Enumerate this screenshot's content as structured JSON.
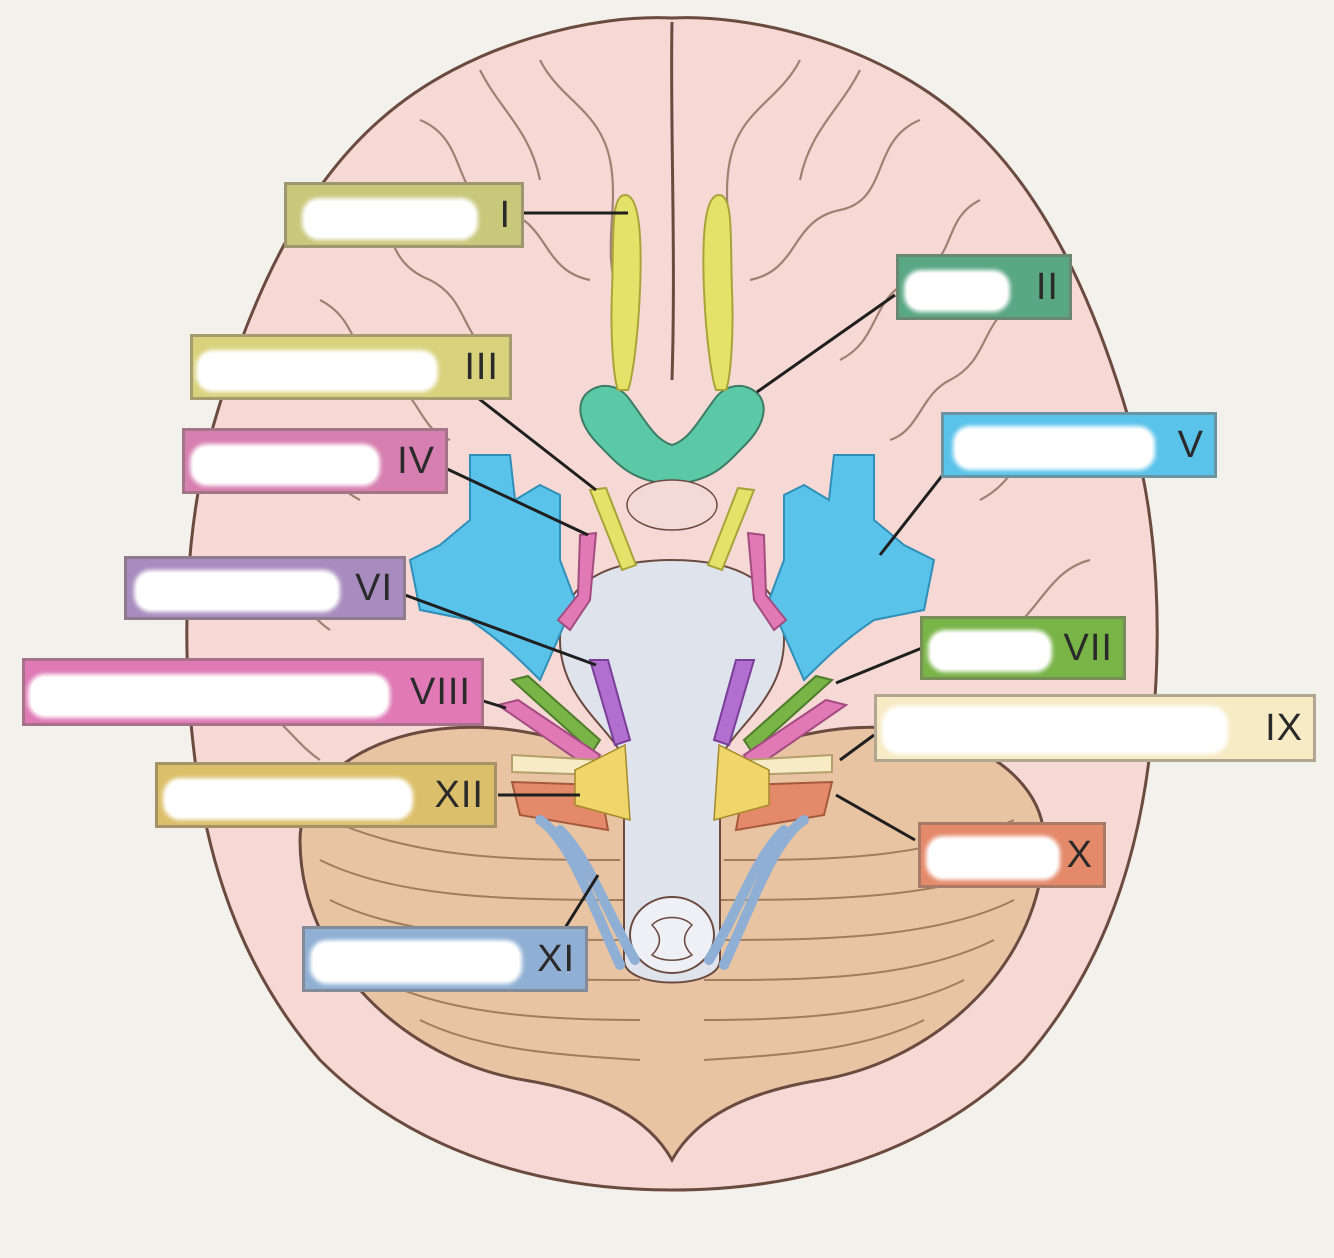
{
  "diagram": {
    "colors": {
      "background": "#f3f1ec",
      "cerebrum": "#f6d9d4",
      "cerebrum_outline": "#6b4a3f",
      "cerebellum": "#e9c4a3",
      "brainstem": "#dfe3ec"
    },
    "labels": [
      {
        "id": "I",
        "numeral": "I",
        "color": "#c9c77a",
        "icon": "olfactory-nerve"
      },
      {
        "id": "II",
        "numeral": "II",
        "color": "#5aa784",
        "icon": "optic-nerve"
      },
      {
        "id": "III",
        "numeral": "III",
        "color": "#d9d27c",
        "icon": "oculomotor-nerve"
      },
      {
        "id": "IV",
        "numeral": "IV",
        "color": "#d77fb0",
        "icon": "trochlear-nerve"
      },
      {
        "id": "V",
        "numeral": "V",
        "color": "#5ac3ea",
        "icon": "trigeminal-nerve"
      },
      {
        "id": "VI",
        "numeral": "VI",
        "color": "#a98cbf",
        "icon": "abducens-nerve"
      },
      {
        "id": "VII",
        "numeral": "VII",
        "color": "#79b447",
        "icon": "facial-nerve"
      },
      {
        "id": "VIII",
        "numeral": "VIII",
        "color": "#e079b6",
        "icon": "vestibulocochlear-nerve"
      },
      {
        "id": "IX",
        "numeral": "IX",
        "color": "#f7ebc6",
        "icon": "glossopharyngeal-nerve"
      },
      {
        "id": "X",
        "numeral": "X",
        "color": "#e48a6a",
        "icon": "vagus-nerve"
      },
      {
        "id": "XI",
        "numeral": "XI",
        "color": "#8fb0d4",
        "icon": "accessory-nerve"
      },
      {
        "id": "XII",
        "numeral": "XII",
        "color": "#dcbf6a",
        "icon": "hypoglossal-nerve"
      }
    ]
  }
}
